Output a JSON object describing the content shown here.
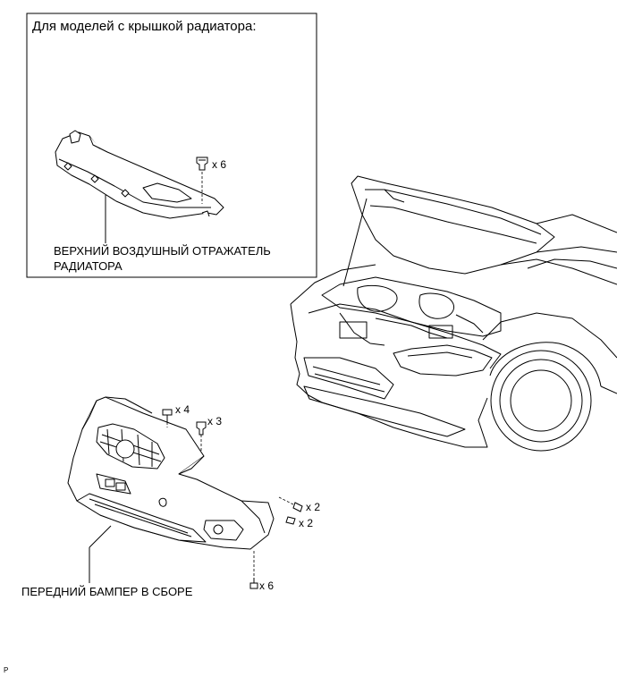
{
  "inset": {
    "title": "Для моделей с крышкой радиатора:",
    "part_label_line1": "ВЕРХНИЙ ВОЗДУШНЫЙ ОТРАЖАТЕЛЬ",
    "part_label_line2": "РАДИАТОРА",
    "clip_qty": "x 6"
  },
  "bumper": {
    "part_label": "ПЕРЕДНИЙ БАМПЕР В СБОРЕ",
    "bolt_top_qty": "x 4",
    "clip_top_qty": "x 3",
    "screw_side_qty": "x 2",
    "clip_side_qty": "x 2",
    "bolt_bottom_qty": "x 6"
  },
  "corner_mark": "P",
  "colors": {
    "line": "#000000",
    "background": "#ffffff"
  }
}
